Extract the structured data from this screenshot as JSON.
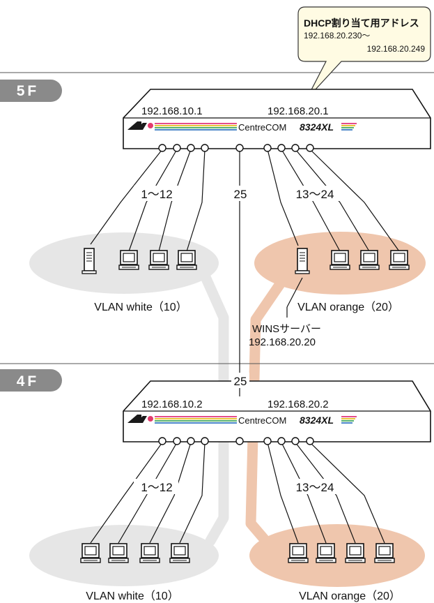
{
  "colors": {
    "white_vlan": "#e6e6e6",
    "orange_vlan": "#efc6ad",
    "floor_badge": "#8a8a8a",
    "callout_bg": "#fffbe3",
    "logo": "#1a1a1a",
    "logo_dot": "#e23c6d"
  },
  "callout": {
    "title": "DHCP割り当て用アドレス",
    "range_start": "192.168.20.230〜",
    "range_end": "192.168.20.249"
  },
  "floors": [
    {
      "badge": "5F",
      "switch": {
        "ip_left": "192.168.10.1",
        "ip_right": "192.168.20.1",
        "brand": "CentreCOM",
        "model": "8324XL"
      },
      "ports_left": "1〜12",
      "ports_uplink": "25",
      "ports_right": "13〜24",
      "vlan_left": "VLAN white（10）",
      "vlan_right": "VLAN orange（20）",
      "server_label": "WINSサーバー",
      "server_ip": "192.168.20.20"
    },
    {
      "badge": "4F",
      "switch": {
        "ip_left": "192.168.10.2",
        "ip_right": "192.168.20.2",
        "brand": "CentreCOM",
        "model": "8324XL"
      },
      "ports_left": "1〜12",
      "ports_uplink": "25",
      "ports_right": "13〜24",
      "vlan_left": "VLAN white（10）",
      "vlan_right": "VLAN orange（20）"
    }
  ]
}
